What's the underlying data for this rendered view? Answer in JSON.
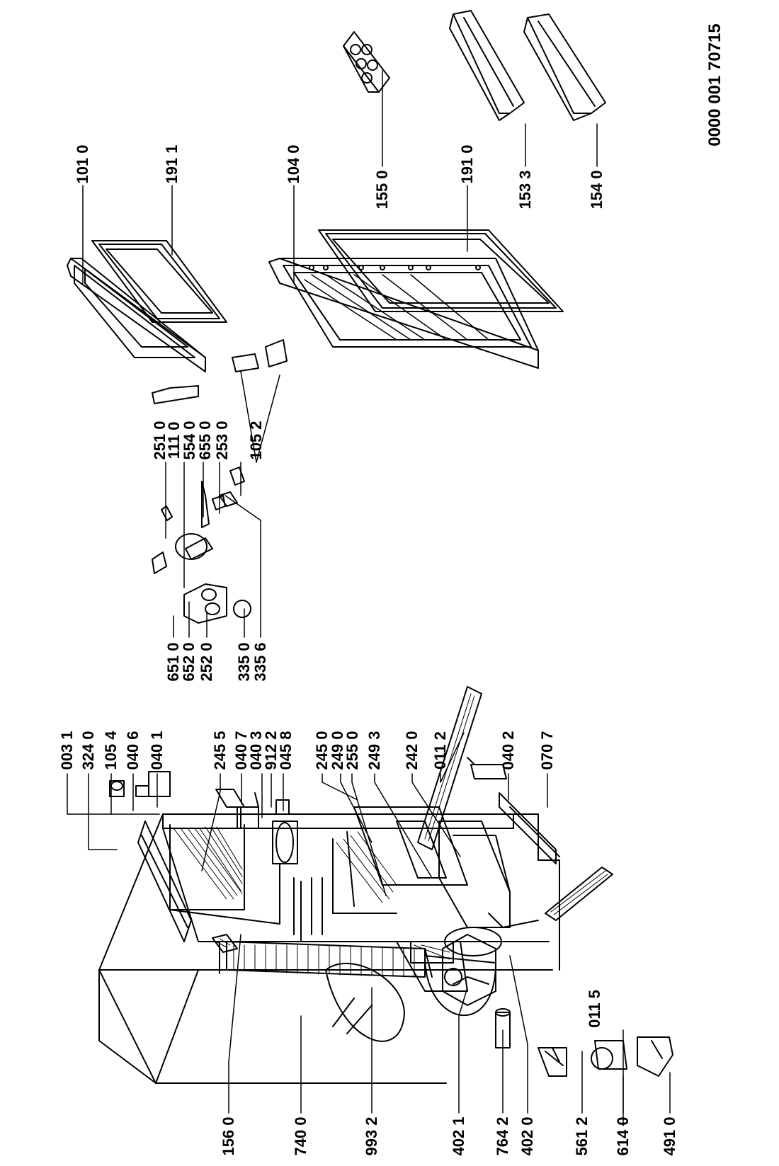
{
  "document_number": "0000 001 70715",
  "parts": [
    {
      "code": "003 1"
    },
    {
      "code": "324 0"
    },
    {
      "code": "105 4"
    },
    {
      "code": "040 6"
    },
    {
      "code": "040 1"
    },
    {
      "code": "245 5"
    },
    {
      "code": "040 7"
    },
    {
      "code": "040 3"
    },
    {
      "code": "912 2"
    },
    {
      "code": "045 8"
    },
    {
      "code": "245 0"
    },
    {
      "code": "249 0"
    },
    {
      "code": "255 0"
    },
    {
      "code": "249 3"
    },
    {
      "code": "242 0"
    },
    {
      "code": "011 2"
    },
    {
      "code": "040 2"
    },
    {
      "code": "070 7"
    },
    {
      "code": "011 5"
    },
    {
      "code": "156 0"
    },
    {
      "code": "740 0"
    },
    {
      "code": "993 2"
    },
    {
      "code": "402 1"
    },
    {
      "code": "764 2"
    },
    {
      "code": "402 0"
    },
    {
      "code": "561 2"
    },
    {
      "code": "614 0"
    },
    {
      "code": "491 0"
    },
    {
      "code": "651 0"
    },
    {
      "code": "652 0"
    },
    {
      "code": "252 0"
    },
    {
      "code": "335 0"
    },
    {
      "code": "335 6"
    },
    {
      "code": "251 0"
    },
    {
      "code": "111 0"
    },
    {
      "code": "554 0"
    },
    {
      "code": "655 0"
    },
    {
      "code": "253 0"
    },
    {
      "code": "105 2"
    },
    {
      "code": "101 0"
    },
    {
      "code": "191 1"
    },
    {
      "code": "104 0"
    },
    {
      "code": "191 0"
    },
    {
      "code": "155 0"
    },
    {
      "code": "153 3"
    },
    {
      "code": "154 0"
    }
  ]
}
